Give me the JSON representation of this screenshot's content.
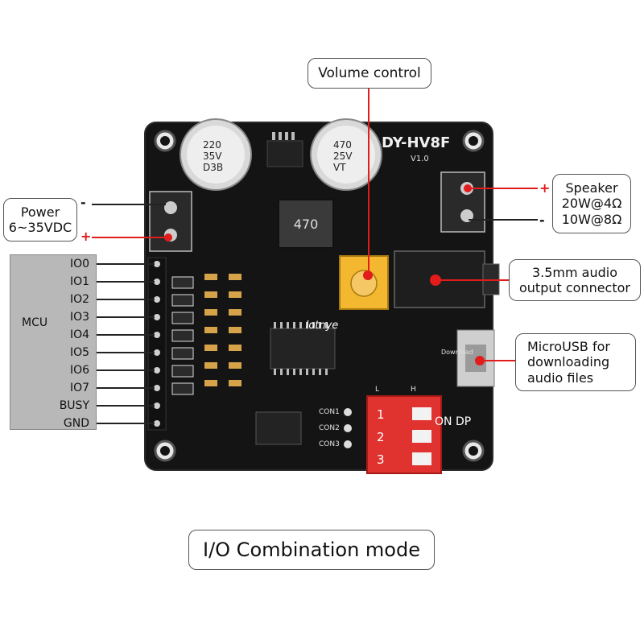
{
  "board": {
    "model": "DY-HV8F",
    "version": "V1.0",
    "cap1": [
      "220",
      "35V",
      "D3B"
    ],
    "cap2": [
      "470",
      "25V",
      "VT"
    ],
    "inductor": "470",
    "con_labels": [
      "CON1",
      "CON2",
      "CON3"
    ],
    "dip_on": "ON DP",
    "dip_nums": [
      "1",
      "2",
      "3"
    ],
    "dip_L": "L",
    "dip_H": "H",
    "download_label": "Download",
    "watermark": "lotnye"
  },
  "callouts": {
    "volume": "Volume control",
    "power_line1": "Power",
    "power_line2": "6~35VDC",
    "speaker_line1": "Speaker",
    "speaker_line2": "20W@4Ω",
    "speaker_line3": "10W@8Ω",
    "audio_line1": "3.5mm audio",
    "audio_line2": "output connector",
    "usb_line1": "MicroUSB for",
    "usb_line2": "downloading",
    "usb_line3": "audio files",
    "mode": "I/O Combination mode"
  },
  "mcu": {
    "title": "MCU",
    "pins": [
      "IO0",
      "IO1",
      "IO2",
      "IO3",
      "IO4",
      "IO5",
      "IO6",
      "IO7",
      "BUSY",
      "GND"
    ]
  },
  "symbols": {
    "plus": "+",
    "minus": "-"
  },
  "colors": {
    "board": "#121212",
    "dip": "#e0322e",
    "pot": "#f3b730",
    "accent": "#e21b1b"
  }
}
